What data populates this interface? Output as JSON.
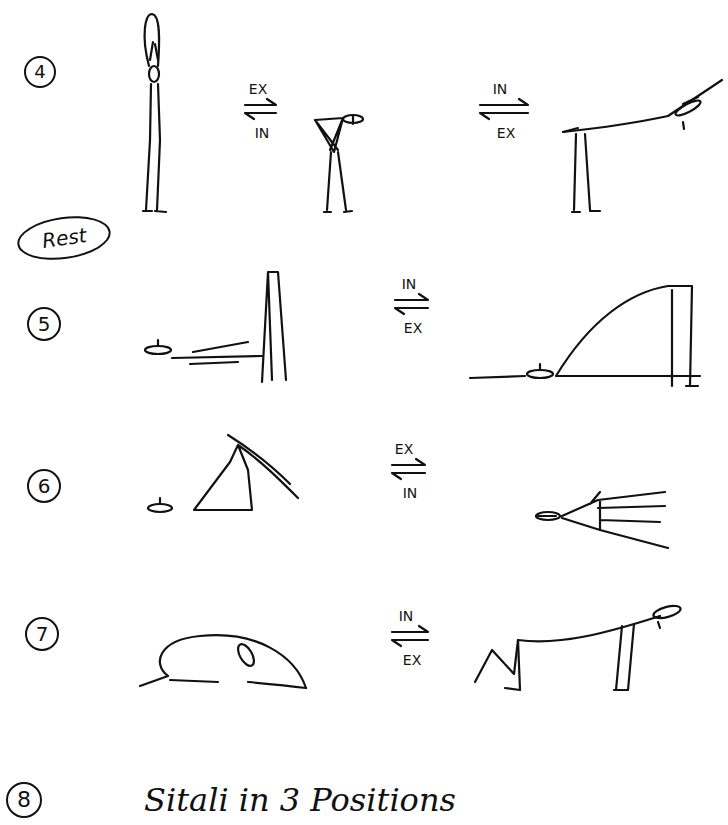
{
  "diagram": {
    "nodes": [
      {
        "text": [
          "4"
        ]
      },
      {
        "text": [
          "Rest"
        ]
      },
      {
        "text": [
          "5"
        ]
      },
      {
        "text": [
          "6"
        ]
      },
      {
        "text": [
          "7"
        ]
      },
      {
        "text": [
          "8"
        ]
      }
    ],
    "labels": [
      "EX",
      "IN",
      "IN",
      "EX",
      "IN",
      "EX",
      "EX",
      "IN",
      "IN",
      "EX",
      "Sitali in 3 Positions"
    ]
  }
}
